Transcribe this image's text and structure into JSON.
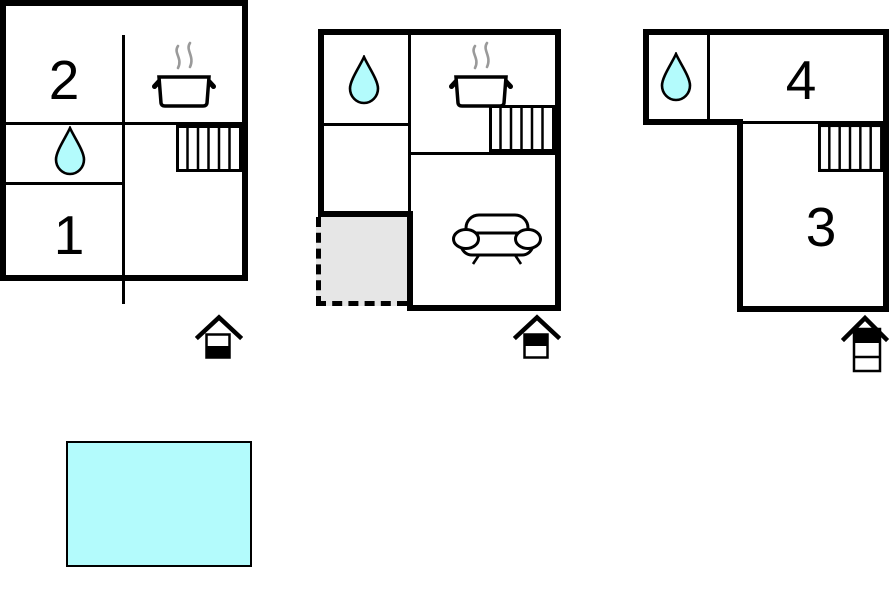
{
  "colors": {
    "wall": "#000000",
    "water": "#b3fbfc",
    "terrace": "#e6e6e6",
    "steam": "#9a9a9a",
    "background": "#ffffff"
  },
  "units": [
    {
      "name": "apartment-left",
      "rooms": [
        {
          "label": "2"
        },
        {
          "label": "1"
        }
      ],
      "features": [
        "bathroom-water-drop",
        "kitchen-pot",
        "stairs",
        "entrance-house"
      ],
      "entrance": {
        "floors": 2,
        "highlighted_floor": "lower"
      }
    },
    {
      "name": "apartment-middle",
      "rooms": [],
      "features": [
        "bathroom-water-drop",
        "kitchen-pot",
        "stairs",
        "sofa-living-room",
        "terrace-dashed",
        "entrance-house"
      ],
      "entrance": {
        "floors": 2,
        "highlighted_floor": "upper"
      }
    },
    {
      "name": "apartment-right",
      "rooms": [
        {
          "label": "4"
        },
        {
          "label": "3"
        }
      ],
      "features": [
        "bathroom-water-drop",
        "stairs",
        "entrance-house"
      ],
      "entrance": {
        "floors": 3,
        "highlighted_floor": "upper"
      }
    }
  ],
  "pool": {
    "name": "swimming-pool"
  }
}
